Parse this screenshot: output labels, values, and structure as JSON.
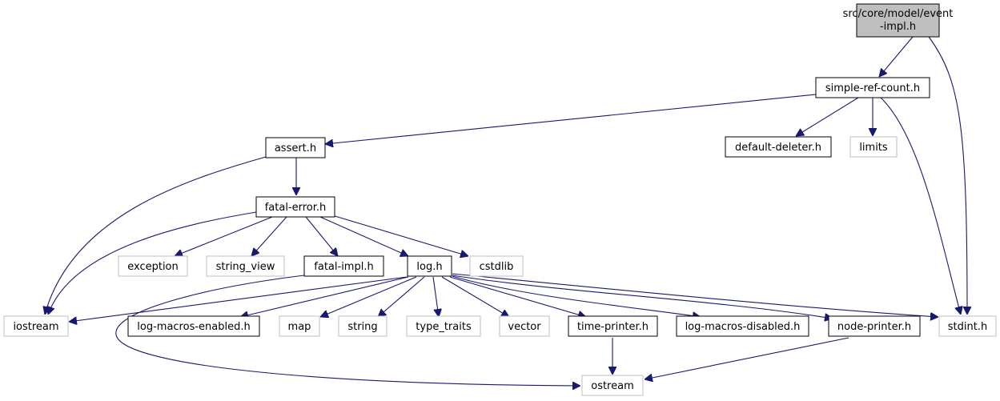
{
  "graph": {
    "root": {
      "line1": "src/core/model/event",
      "line2": "-impl.h"
    },
    "nodes": {
      "simple_ref_count": "simple-ref-count.h",
      "assert": "assert.h",
      "default_deleter": "default-deleter.h",
      "limits": "limits",
      "fatal_error": "fatal-error.h",
      "exception": "exception",
      "string_view": "string_view",
      "fatal_impl": "fatal-impl.h",
      "log": "log.h",
      "cstdlib": "cstdlib",
      "iostream": "iostream",
      "log_macros_enabled": "log-macros-enabled.h",
      "map": "map",
      "string": "string",
      "type_traits": "type_traits",
      "vector": "vector",
      "time_printer": "time-printer.h",
      "log_macros_disabled": "log-macros-disabled.h",
      "node_printer": "node-printer.h",
      "stdint": "stdint.h",
      "ostream": "ostream"
    }
  },
  "colors": {
    "edge": "#191970",
    "root_fill": "#bfbfbf",
    "documented_border": "#000000",
    "system_border": "#bfbfbf"
  }
}
